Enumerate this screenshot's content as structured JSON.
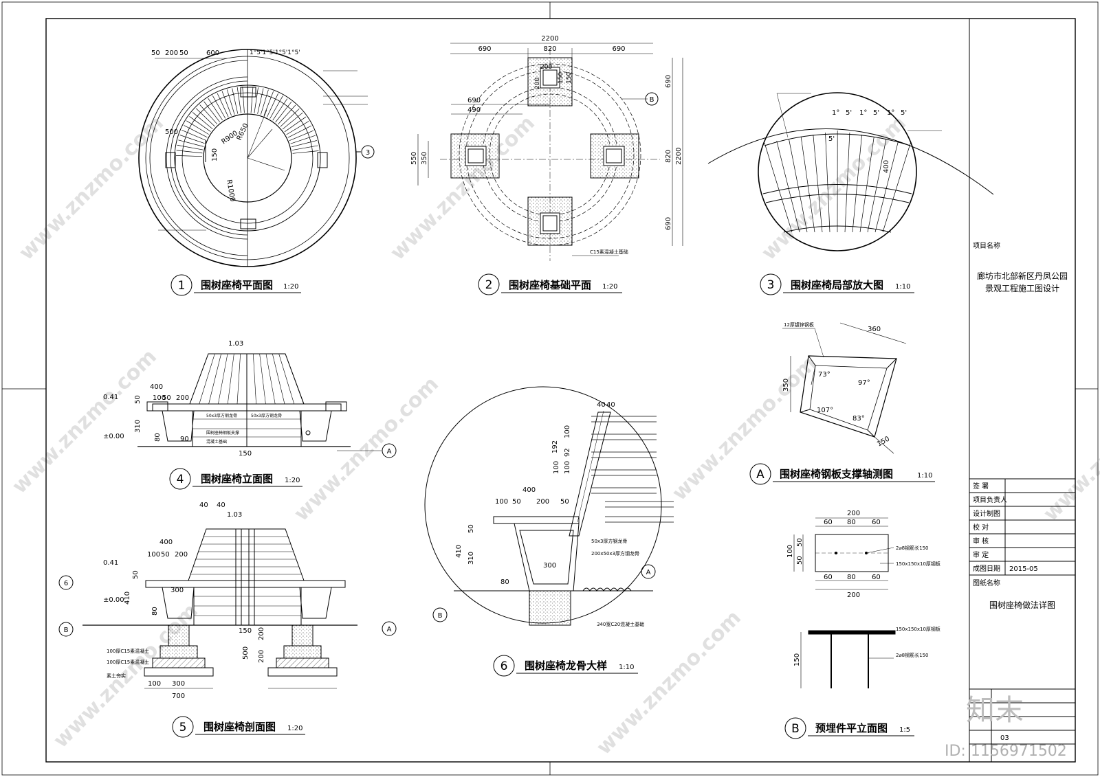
{
  "title_block": {
    "project_name_label": "项目名称",
    "project_name": [
      "廊坊市北部新区丹凤公园",
      "景观工程施工图设计"
    ],
    "rows": [
      "签  署",
      "项目负责人",
      "设计制图",
      "校  对",
      "审  核",
      "审  定",
      "成图日期"
    ],
    "date": "2015-05",
    "drawing_name_label": "图纸名称",
    "drawing_name": "围树座椅做法详图",
    "sheet_no": "03"
  },
  "watermark": {
    "text": "www.znzmo.com",
    "brand": "知末",
    "id": "ID: 1156971502"
  },
  "views": [
    {
      "num": "1",
      "title": "围树座椅平面图",
      "scale": "1:20"
    },
    {
      "num": "2",
      "title": "围树座椅基础平面",
      "scale": "1:20"
    },
    {
      "num": "3",
      "title": "围树座椅局部放大图",
      "scale": "1:10"
    },
    {
      "num": "4",
      "title": "围树座椅立面图",
      "scale": "1:20"
    },
    {
      "num": "5",
      "title": "围树座椅剖面图",
      "scale": "1:20"
    },
    {
      "num": "6",
      "title": "围树座椅龙骨大样",
      "scale": "1:10"
    },
    {
      "num": "A",
      "title": "围树座椅钢板支撑轴测图",
      "scale": "1:10"
    },
    {
      "num": "B",
      "title": "预埋件平立面图",
      "scale": "1:5"
    }
  ],
  "plan1": {
    "dims_top": [
      "50",
      "200",
      "50",
      "600"
    ],
    "angles": "1°5'1°5'1°5'1°5'",
    "r_labels": [
      "500",
      "R650",
      "R900",
      "R1000",
      "150"
    ],
    "callout": "3"
  },
  "plan2": {
    "dims_top": [
      "2200",
      "690",
      "820",
      "690"
    ],
    "dims_right": [
      "690",
      "820",
      "690",
      "2200"
    ],
    "dims_left": [
      "690",
      "490",
      "550",
      "350"
    ],
    "dims_center": [
      "200",
      "150",
      "150",
      "200"
    ],
    "note_c15": "C15素混凝土基础",
    "callout": "B"
  },
  "detail3": {
    "angles": [
      "1°",
      "5'",
      "1°",
      "5'",
      "1°",
      "5'"
    ],
    "dim": "400",
    "small": "5'"
  },
  "elev4": {
    "dims": [
      "400",
      "100",
      "50",
      "200",
      "0.41",
      "±0.00",
      "50",
      "310",
      "80",
      "150",
      "1.03",
      "90"
    ],
    "notes": [
      "50x3厚方钢龙骨",
      "50x3厚方钢龙骨",
      "围树座椅钢板支撑",
      "混凝土基础"
    ],
    "callout": "A"
  },
  "sect5": {
    "dims": [
      "400",
      "100",
      "50",
      "200",
      "0.41",
      "±0.00",
      "50",
      "410",
      "300",
      "80",
      "1.03",
      "40",
      "40",
      "500",
      "200",
      "200",
      "150",
      "100",
      "300",
      "700"
    ],
    "callouts": [
      "6",
      "B",
      "A"
    ],
    "notes": [
      "100厚C15素混凝土",
      "100厚C15素混凝土",
      "素土夯实"
    ]
  },
  "detail6": {
    "dims": [
      "400",
      "100",
      "50",
      "200",
      "50",
      "410",
      "310",
      "50",
      "300",
      "192",
      "100",
      "92",
      "100",
      "100",
      "40",
      "40",
      "80"
    ],
    "notes": [
      "50x3厚方钢龙骨",
      "200x50x3厚方钢龙骨",
      "340宽C20混凝土基础"
    ],
    "callouts": [
      "B",
      "A"
    ]
  },
  "axoA": {
    "dims": [
      "360",
      "350",
      "150"
    ],
    "angles": [
      "73°",
      "97°",
      "107°",
      "83°"
    ],
    "note": "12厚镀锌钢板"
  },
  "embedB": {
    "dims_top": [
      "200",
      "60",
      "80",
      "60"
    ],
    "dims_left": [
      "100",
      "50",
      "50"
    ],
    "dims_bottom": [
      "60",
      "80",
      "60",
      "200"
    ],
    "dim_side": "150",
    "notes": [
      "2⌀8钢筋长150",
      "150x150x10厚钢板",
      "150x150x10厚钢板",
      "2⌀8钢筋长150"
    ]
  }
}
